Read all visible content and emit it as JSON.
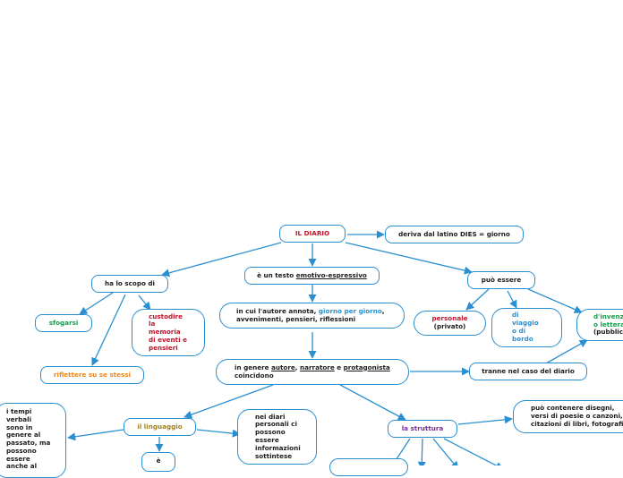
{
  "title": "IL DIARIO",
  "nodes": {
    "etimologia": "deriva dal latino DIES = giorno",
    "scopo": "ha lo scopo di",
    "testo_prefix": "è un testo ",
    "testo_emph": "emotivo-espressivo",
    "puo_essere": "può essere",
    "annota_prefix": "in cui l'autore annota, ",
    "annota_emph": "giorno per giorno",
    "annota_suffix": ",",
    "annota_line2": "avvenimenti, pensieri, riflessioni",
    "sfogarsi": "sfogarsi",
    "custodire": [
      "custodire",
      "la",
      "memoria",
      "di eventi e",
      "pensieri"
    ],
    "riflettere": "riflettere su se stessi",
    "personale": "personale",
    "privato": "(privato)",
    "viaggio": [
      "di",
      "viaggio",
      "o di",
      "bordo"
    ],
    "invenzione": [
      "d'invenzione",
      "o letterario"
    ],
    "pubblico": "(pubblico)",
    "coincidono_prefix": "in genere ",
    "autore": "autore",
    "sep1": ", ",
    "narratore": "narratore",
    "sep2": " e ",
    "protagonista": "protagonista",
    "coincidono_line2": "coincidono",
    "tranne": "tranne nel caso del diario",
    "linguaggio": "il linguaggio",
    "tempi": [
      "i tempi",
      "verbali",
      "sono in",
      "genere al",
      "passato, ma",
      "possono",
      "essere",
      "anche al"
    ],
    "e_label": "è",
    "diari_personali": [
      "nei diari",
      "personali ci",
      "possono",
      "essere",
      "informazioni",
      "sottintese"
    ],
    "struttura": "la struttura",
    "disegni": [
      "può contenere disegni,",
      "versi di poesie o canzoni,",
      "citazioni di libri, fotografie"
    ]
  }
}
